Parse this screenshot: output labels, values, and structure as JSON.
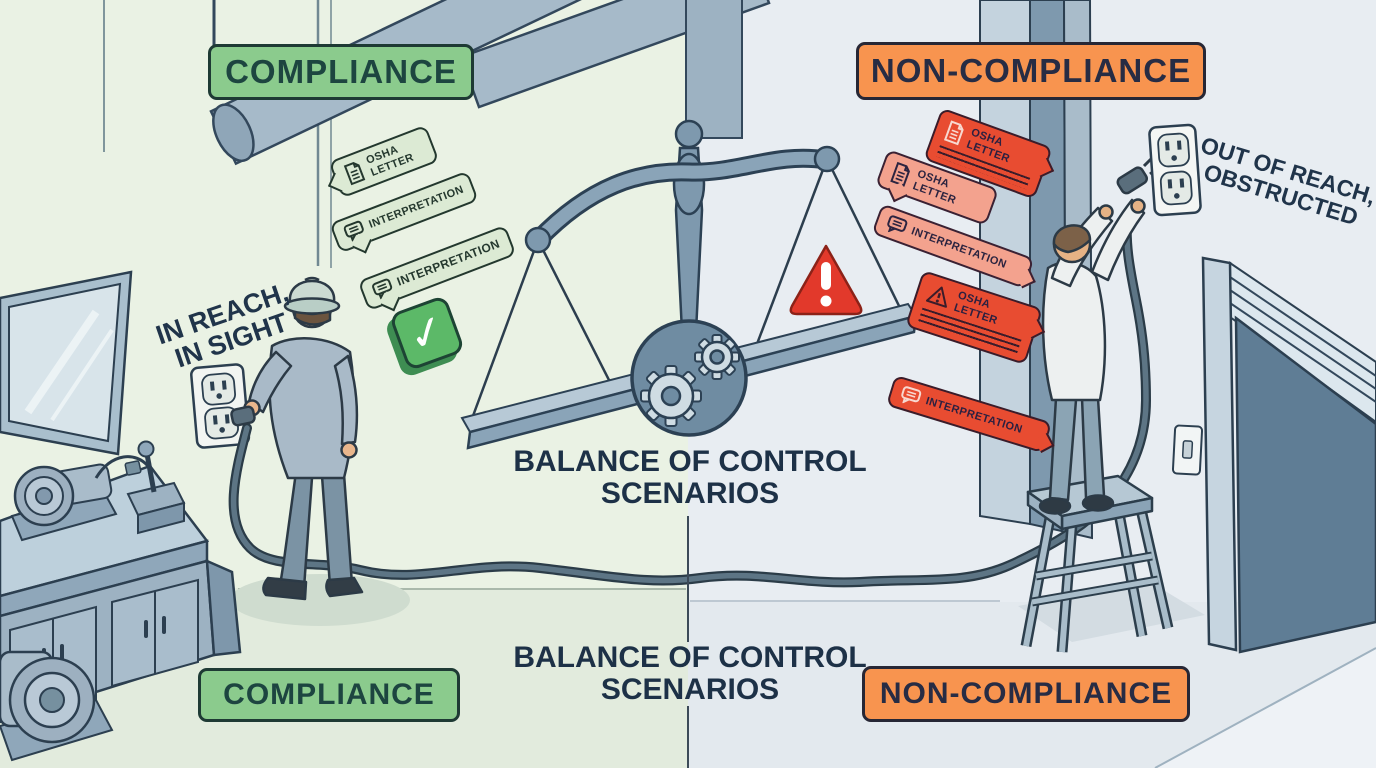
{
  "banners": {
    "top_left": "COMPLIANCE",
    "top_right": "NON-COMPLIANCE",
    "bottom_left": "COMPLIANCE",
    "bottom_right": "NON-COMPLIANCE"
  },
  "center_caption": {
    "line1": "BALANCE OF CONTROL",
    "line2": "SCENARIOS"
  },
  "scene_labels": {
    "compliance": {
      "line1": "IN REACH,",
      "line2": "IN SIGHT"
    },
    "non_compliance": {
      "line1": "OUT OF REACH,",
      "line2": "OBSTRUCTED"
    }
  },
  "bubbles": {
    "compliance": [
      {
        "icon": "document-icon",
        "label": "OSHA LETTER"
      },
      {
        "icon": "chat-icon",
        "label": "INTERPRETATION"
      },
      {
        "icon": "chat-icon",
        "label": "INTERPRETATION"
      }
    ],
    "non_compliance": [
      {
        "icon": "document-icon",
        "label": "OSHA LETTER"
      },
      {
        "icon": "document-icon",
        "label": "OSHA LETTER"
      },
      {
        "icon": "chat-icon",
        "label": "INTERPRETATION"
      },
      {
        "icon": "warning-icon",
        "label": "OSHA LETTER"
      },
      {
        "icon": "chat-icon",
        "label": "INTERPRETATION"
      }
    ]
  },
  "icons": {
    "checkmark": "✓"
  },
  "colors": {
    "compliance_green": "#8bcb8d",
    "non_compliance_orange": "#f8944f",
    "alert_red": "#e2392b",
    "bubble_green": "#dcead4",
    "bubble_salmon": "#f3a28e",
    "bubble_red": "#e84c31",
    "ink": "#1d3147"
  }
}
